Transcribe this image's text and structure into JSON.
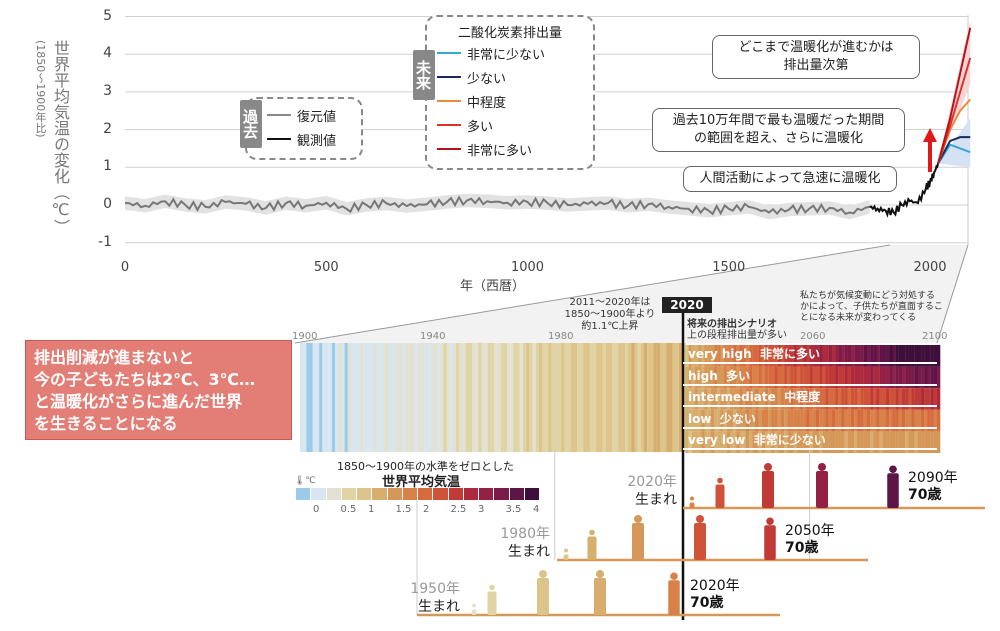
{
  "top_chart": {
    "y_label": "世界平均気温の変化（℃）",
    "y_label_sub": "(1850～1900年比)",
    "x_label": "年（西暦）",
    "past_tag": "過去",
    "past_legend": [
      {
        "label": "復元値",
        "color": "#888888"
      },
      {
        "label": "観測値",
        "color": "#111111"
      }
    ],
    "future_tag": "未来",
    "future_title": "二酸化炭素排出量",
    "future_legend": [
      {
        "label": "非常に少ない",
        "color": "#35a5d8"
      },
      {
        "label": "少ない",
        "color": "#1b2a5a"
      },
      {
        "label": "中程度",
        "color": "#e88a3c"
      },
      {
        "label": "多い",
        "color": "#e0322a"
      },
      {
        "label": "非常に多い",
        "color": "#b5121b"
      }
    ],
    "callouts": [
      "どこまで温暖化が進むかは\n排出量次第",
      "過去10万年間で最も温暖だった期間\nの範囲を超え、さらに温暖化",
      "人間活動によって急速に温暖化"
    ]
  },
  "chart_data": {
    "type": "line",
    "title": "",
    "xlabel": "年（西暦）",
    "ylabel": "世界平均気温の変化（℃）(1850～1900年比)",
    "xlim": [
      0,
      2100
    ],
    "ylim": [
      -1,
      5
    ],
    "x_ticks": [
      "0",
      "500",
      "1000",
      "1500",
      "2000"
    ],
    "y_ticks": [
      "5",
      "4",
      "3",
      "2",
      "1",
      "0",
      "-1"
    ],
    "grid": true,
    "series": [
      {
        "name": "復元値",
        "x": [
          0,
          50,
          100,
          150,
          200,
          250,
          300,
          350,
          400,
          450,
          500,
          550,
          600,
          650,
          700,
          750,
          800,
          850,
          900,
          950,
          1000,
          1050,
          1100,
          1150,
          1200,
          1250,
          1300,
          1350,
          1400,
          1450,
          1500,
          1550,
          1600,
          1650,
          1700,
          1750,
          1800,
          1850
        ],
        "y": [
          0.05,
          -0.02,
          0.1,
          0.0,
          -0.05,
          0.08,
          0.03,
          -0.08,
          0.05,
          -0.02,
          0.06,
          -0.1,
          0.0,
          0.04,
          -0.03,
          0.02,
          0.08,
          0.12,
          0.1,
          0.06,
          0.08,
          0.05,
          0.0,
          0.03,
          0.05,
          -0.02,
          0.02,
          -0.05,
          -0.1,
          -0.15,
          -0.1,
          -0.05,
          -0.2,
          -0.12,
          -0.1,
          -0.08,
          -0.2,
          -0.05
        ]
      },
      {
        "name": "観測値",
        "x": [
          1850,
          1870,
          1890,
          1910,
          1930,
          1950,
          1970,
          1990,
          2000,
          2010,
          2020
        ],
        "y": [
          -0.05,
          -0.1,
          -0.15,
          -0.2,
          0.0,
          0.1,
          0.05,
          0.45,
          0.6,
          0.85,
          1.1
        ]
      },
      {
        "name": "非常に少ない",
        "x": [
          2020,
          2050,
          2075,
          2100
        ],
        "y": [
          1.1,
          1.6,
          1.5,
          1.4
        ]
      },
      {
        "name": "少ない",
        "x": [
          2020,
          2050,
          2075,
          2100
        ],
        "y": [
          1.1,
          1.7,
          1.8,
          1.8
        ]
      },
      {
        "name": "中程度",
        "x": [
          2020,
          2050,
          2075,
          2100
        ],
        "y": [
          1.1,
          2.0,
          2.5,
          2.8
        ]
      },
      {
        "name": "多い",
        "x": [
          2020,
          2050,
          2075,
          2100
        ],
        "y": [
          1.1,
          2.1,
          3.0,
          3.9
        ]
      },
      {
        "name": "非常に多い",
        "x": [
          2020,
          2050,
          2075,
          2100
        ],
        "y": [
          1.1,
          2.3,
          3.5,
          4.7
        ]
      }
    ]
  },
  "stripes": {
    "years": [
      "1900",
      "1940",
      "1980",
      "2060",
      "2100"
    ],
    "marker": "2020",
    "note_left": "2011～2020年は\n1850～1900年より\n約1.1℃上昇",
    "note_scenario": "将来の排出シナリオ",
    "note_scenario_sub": "上の段程排出量が多い",
    "note_right": "私たちが気候変動にどう対処する\nかによって、子供たちが直面するこ\nとになる未来が変わってくる",
    "scenarios": [
      {
        "en": "very high",
        "ja": "非常に多い",
        "end_temp": 4.4
      },
      {
        "en": "high",
        "ja": "多い",
        "end_temp": 3.6
      },
      {
        "en": "intermediate",
        "ja": "中程度",
        "end_temp": 2.7
      },
      {
        "en": "low",
        "ja": "少ない",
        "end_temp": 1.8
      },
      {
        "en": "very low",
        "ja": "非常に少ない",
        "end_temp": 1.4
      }
    ]
  },
  "message": "排出削減が進まないと\n今の子どもたちは2℃、3℃…\nと温暖化がさらに進んだ世界\nを生きることになる",
  "colorbar": {
    "title_1": "1850～1900年の水準をゼロとした",
    "title_2": "世界平均気温",
    "unit": "℃",
    "ticks": [
      "0",
      "0.5",
      "1",
      "1.5",
      "2",
      "2.5",
      "3",
      "3.5",
      "4"
    ],
    "colors": [
      "#9ccbea",
      "#d8e6f0",
      "#e3e2d2",
      "#e1d4a4",
      "#dcc48a",
      "#d8ae6e",
      "#d69858",
      "#d8824a",
      "#d66b40",
      "#cf5338",
      "#c23a36",
      "#ac2a3c",
      "#942145",
      "#7a1a48",
      "#5e1446",
      "#3f0f3c"
    ]
  },
  "generations": [
    {
      "born": "2020年",
      "born_sub": "生まれ",
      "age_year": "2090年",
      "age": "70歳"
    },
    {
      "born": "1980年",
      "born_sub": "生まれ",
      "age_year": "2050年",
      "age": "70歳"
    },
    {
      "born": "1950年",
      "born_sub": "生まれ",
      "age_year": "2020年",
      "age": "70歳"
    }
  ]
}
